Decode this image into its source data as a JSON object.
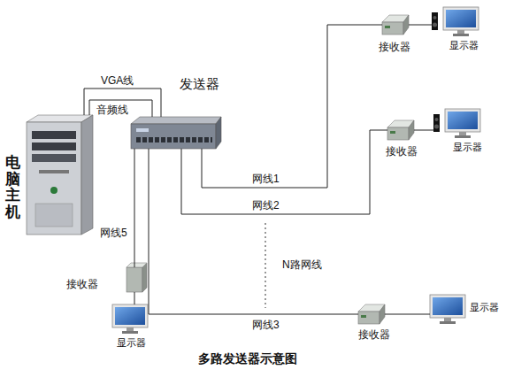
{
  "diagram": {
    "caption": "多路发送器示意图",
    "nodes": [
      {
        "text": [
          "电脑主机"
        ]
      },
      {
        "text": [
          "发送器"
        ]
      },
      {
        "text": [
          "接收器"
        ]
      },
      {
        "text": [
          "显示器"
        ]
      },
      {
        "text": [
          "接收器"
        ]
      },
      {
        "text": [
          "显示器"
        ]
      },
      {
        "text": [
          "接收器"
        ]
      },
      {
        "text": [
          "显示器"
        ]
      },
      {
        "text": [
          "接收器"
        ]
      },
      {
        "text": [
          "显示器"
        ]
      }
    ],
    "edges": [
      {
        "from": 0,
        "to": 1,
        "label": "VGA线",
        "arrow": "none"
      },
      {
        "from": 0,
        "to": 1,
        "label": "音频线",
        "arrow": "none"
      },
      {
        "from": 1,
        "to": 2,
        "label": "网线1",
        "arrow": "none"
      },
      {
        "from": 1,
        "to": 4,
        "label": "网线2",
        "arrow": "none"
      },
      {
        "from": 1,
        "to": 6,
        "label": "网线5",
        "arrow": "none"
      },
      {
        "from": 1,
        "to": 8,
        "label": "网线3",
        "arrow": "none"
      },
      {
        "from": 2,
        "to": 3,
        "arrow": "none"
      },
      {
        "from": 4,
        "to": 5,
        "arrow": "none"
      },
      {
        "from": 6,
        "to": 7,
        "arrow": "none"
      },
      {
        "from": 8,
        "to": 9,
        "arrow": "none"
      }
    ],
    "labels": [
      "N路网线"
    ]
  }
}
